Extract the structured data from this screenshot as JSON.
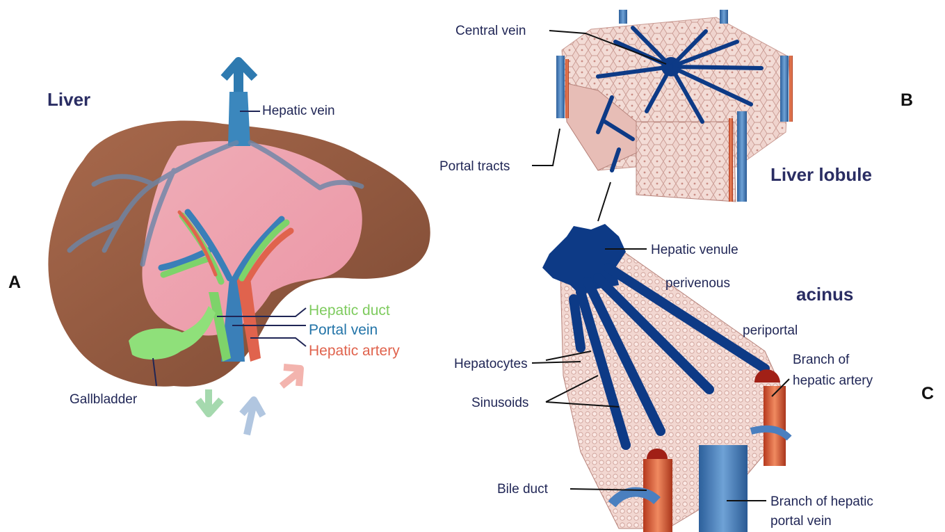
{
  "panels": {
    "a": {
      "letter": "A",
      "title": "Liver",
      "labels": {
        "hepatic_vein": "Hepatic vein",
        "hepatic_duct": "Hepatic duct",
        "portal_vein": "Portal vein",
        "hepatic_artery": "Hepatic artery",
        "gallbladder": "Gallbladder"
      }
    },
    "b": {
      "letter": "B",
      "title": "Liver lobule",
      "labels": {
        "central_vein": "Central vein",
        "portal_tracts": "Portal tracts"
      }
    },
    "c": {
      "letter": "C",
      "title": "acinus",
      "labels": {
        "hepatic_venule": "Hepatic venule",
        "perivenous": "perivenous",
        "periportal": "periportal",
        "branch_hepatic_artery_1": "Branch of",
        "branch_hepatic_artery_2": "hepatic artery",
        "hepatocytes": "Hepatocytes",
        "sinusoids": "Sinusoids",
        "bile_duct": "Bile duct",
        "branch_portal_vein_1": "Branch of hepatic",
        "branch_portal_vein_2": "portal vein"
      }
    }
  },
  "colors": {
    "liver_brown": "#9a5e44",
    "lobe_pink": "#f2a6b4",
    "vein_blue": "#0d3a86",
    "portal_blue": "#3b79b0",
    "artery_red": "#d7452a",
    "duct_green": "#8fdc7a",
    "tissue_pink": "#ecc8c2",
    "label_navy": "#1f2555"
  }
}
